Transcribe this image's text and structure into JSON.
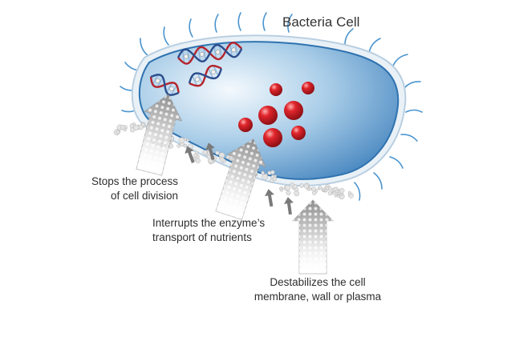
{
  "diagram": {
    "title": "Bacteria Cell",
    "labels": {
      "division": [
        "Stops the process",
        "of cell division"
      ],
      "enzyme": [
        "Interrupts the enzyme’s",
        "transport of nutrients"
      ],
      "membrane": [
        "Destabilizes the cell",
        "membrane, wall or plasma"
      ]
    }
  },
  "colors": {
    "cell_light": "#eef6fb",
    "cell_dark": "#3c86c4",
    "membrane_edge": "#2f73b0",
    "flagella": "#4a94cf",
    "dna_red": "#b5232a",
    "dna_blue": "#2b4d8c",
    "sphere_red": "#d61f26",
    "arrow_gray": "#9a9a9a",
    "small_arrow": "#7a7a7a"
  }
}
